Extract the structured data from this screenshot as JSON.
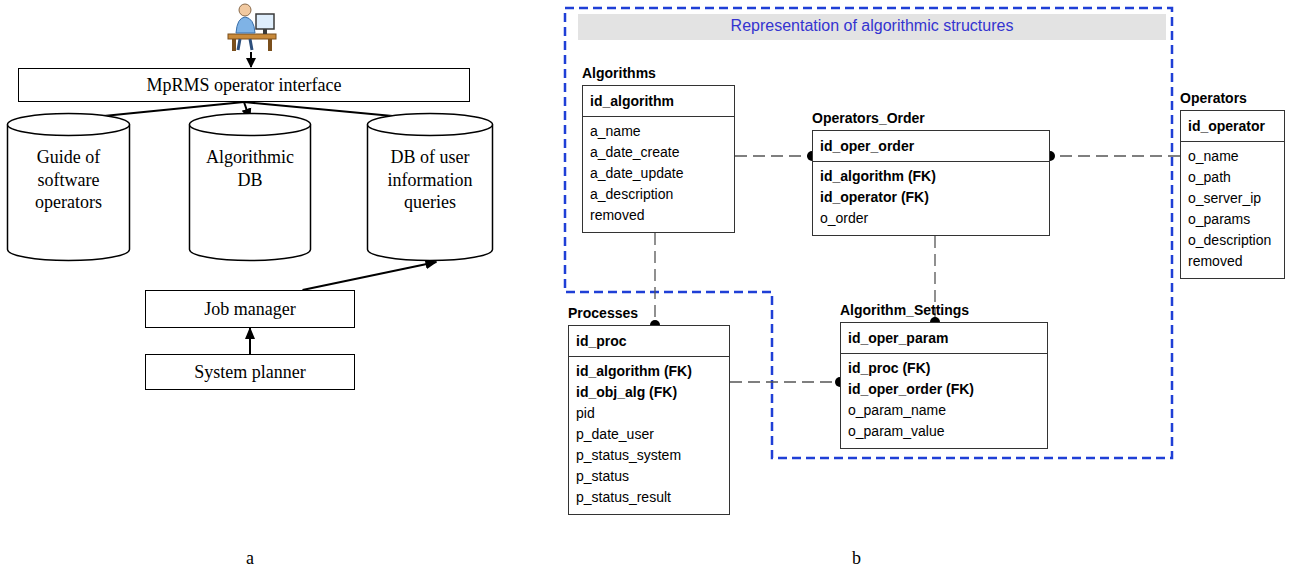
{
  "diagram": {
    "nodes": [
      {
        "text": [
          "MpRMS operator interface"
        ]
      },
      {
        "text": [
          "Guide of software operators"
        ]
      },
      {
        "text": [
          "Algorithmic DB"
        ]
      },
      {
        "text": [
          "DB of user information queries"
        ]
      },
      {
        "text": [
          "Job manager"
        ]
      },
      {
        "text": [
          "System planner"
        ]
      },
      {
        "text": [
          "Representation of algorithmic structures"
        ]
      },
      {
        "text": [
          "Algorithms",
          "id_algorithm",
          "a_name",
          "a_date_create",
          "a_date_update",
          "a_description",
          "removed"
        ]
      },
      {
        "text": [
          "Operators_Order",
          "id_oper_order",
          "id_algorithm (FK)",
          "id_operator (FK)",
          "o_order"
        ]
      },
      {
        "text": [
          "Operators",
          "id_operator",
          "o_name",
          "o_path",
          "o_server_ip",
          "o_params",
          "o_description",
          "removed"
        ]
      },
      {
        "text": [
          "Processes",
          "id_proc",
          "id_algorithm (FK)",
          "id_obj_alg (FK)",
          "pid",
          "p_date_user",
          "p_status_system",
          "p_status",
          "p_status_result"
        ]
      },
      {
        "text": [
          "Algorithm_Settings",
          "id_oper_param",
          "id_proc (FK)",
          "id_oper_order (FK)",
          "o_param_name",
          "o_param_value"
        ]
      }
    ],
    "edges": [
      {
        "from": 0,
        "to": 1,
        "arrow": "to"
      },
      {
        "from": 0,
        "to": 2,
        "arrow": "to"
      },
      {
        "from": 0,
        "to": 3,
        "arrow": "to"
      },
      {
        "from": 4,
        "to": 3,
        "arrow": "to"
      },
      {
        "from": 5,
        "to": 4,
        "arrow": "to"
      },
      {
        "from": 7,
        "to": 8,
        "arrow": "to"
      },
      {
        "from": 9,
        "to": 8,
        "arrow": "to"
      },
      {
        "from": 8,
        "to": 11,
        "arrow": "to"
      },
      {
        "from": 7,
        "to": 10,
        "arrow": "to"
      },
      {
        "from": 10,
        "to": 11,
        "arrow": "to"
      }
    ],
    "labels": [
      "a",
      "b"
    ]
  }
}
